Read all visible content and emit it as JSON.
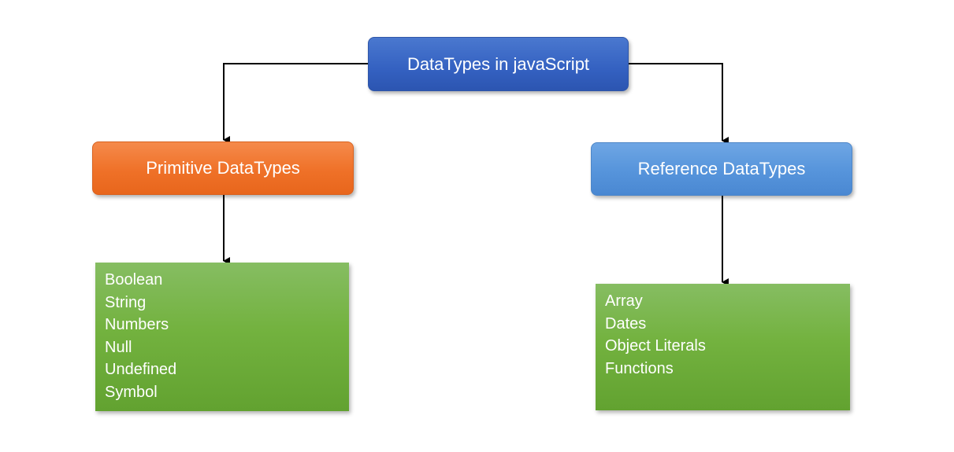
{
  "diagram": {
    "root": {
      "label": "DataTypes in javaScript"
    },
    "primitive": {
      "label": "Primitive DataTypes",
      "items": [
        "Boolean",
        "String",
        "Numbers",
        "Null",
        "Undefined",
        "Symbol"
      ]
    },
    "reference": {
      "label": "Reference DataTypes",
      "items": [
        "Array",
        "Dates",
        "Object Literals",
        "Functions"
      ]
    }
  },
  "colors": {
    "root": "#3461c1",
    "primitive": "#ef7128",
    "reference": "#5694db",
    "list": "#70ad47",
    "connector": "#000000"
  }
}
